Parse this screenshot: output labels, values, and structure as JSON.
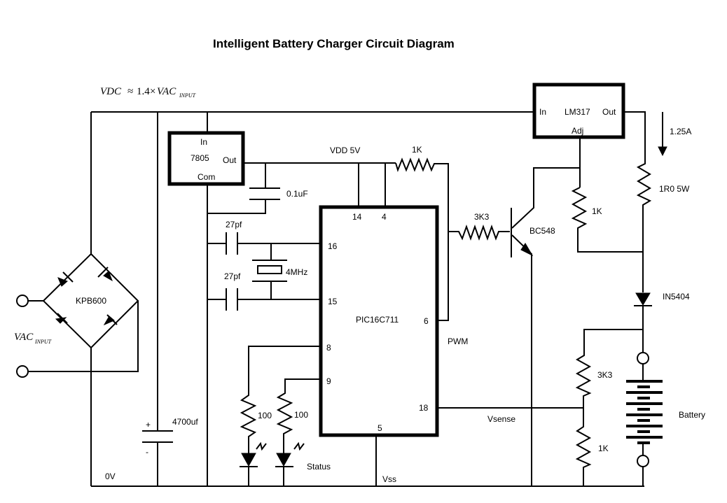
{
  "title": "Intelligent Battery Charger Circuit Diagram",
  "equation": {
    "lhs": "VDC",
    "approx": "≈",
    "factor": "1.4",
    "times": "×",
    "rhs": "VAC",
    "rhs_sub": "INPUT"
  },
  "vac_input": {
    "label": "VAC",
    "sub": "INPUT"
  },
  "bridge": {
    "label": "KPB600"
  },
  "reservoir_cap": {
    "value": "4700uf",
    "plus": "+",
    "minus": "-"
  },
  "ground_label": "0V",
  "reg_7805": {
    "pin_in": "In",
    "name": "7805",
    "pin_out": "Out",
    "pin_com": "Com"
  },
  "decoupling_cap": {
    "value": "0.1uF"
  },
  "vdd_label": "VDD 5V",
  "mcu": {
    "name": "PIC16C711",
    "pins": {
      "p14": "14",
      "p4": "4",
      "p16": "16",
      "p15": "15",
      "p8": "8",
      "p9": "9",
      "p6": "6",
      "p18": "18",
      "p5": "5"
    }
  },
  "osc_caps": {
    "c1": "27pf",
    "c2": "27pf"
  },
  "crystal": {
    "value": "4MHz"
  },
  "pullup_resistor": {
    "value": "1K"
  },
  "base_resistor": {
    "value": "3K3"
  },
  "transistor": {
    "name": "BC548"
  },
  "pwm_label": "PWM",
  "vsense_label": "Vsense",
  "vss_label": "Vss",
  "led_resistors": {
    "r1": "100",
    "r2": "100"
  },
  "status_label": "Status",
  "lm317": {
    "pin_in": "In",
    "name": "LM317",
    "pin_out": "Out",
    "pin_adj": "Adj"
  },
  "adj_resistor": {
    "value": "1K"
  },
  "sense_resistor": {
    "value": "1R0 5W"
  },
  "current_label": "1.25A",
  "diode": {
    "name": "IN5404"
  },
  "divider": {
    "top": "3K3",
    "bottom": "1K"
  },
  "battery": {
    "label": "Battery"
  }
}
